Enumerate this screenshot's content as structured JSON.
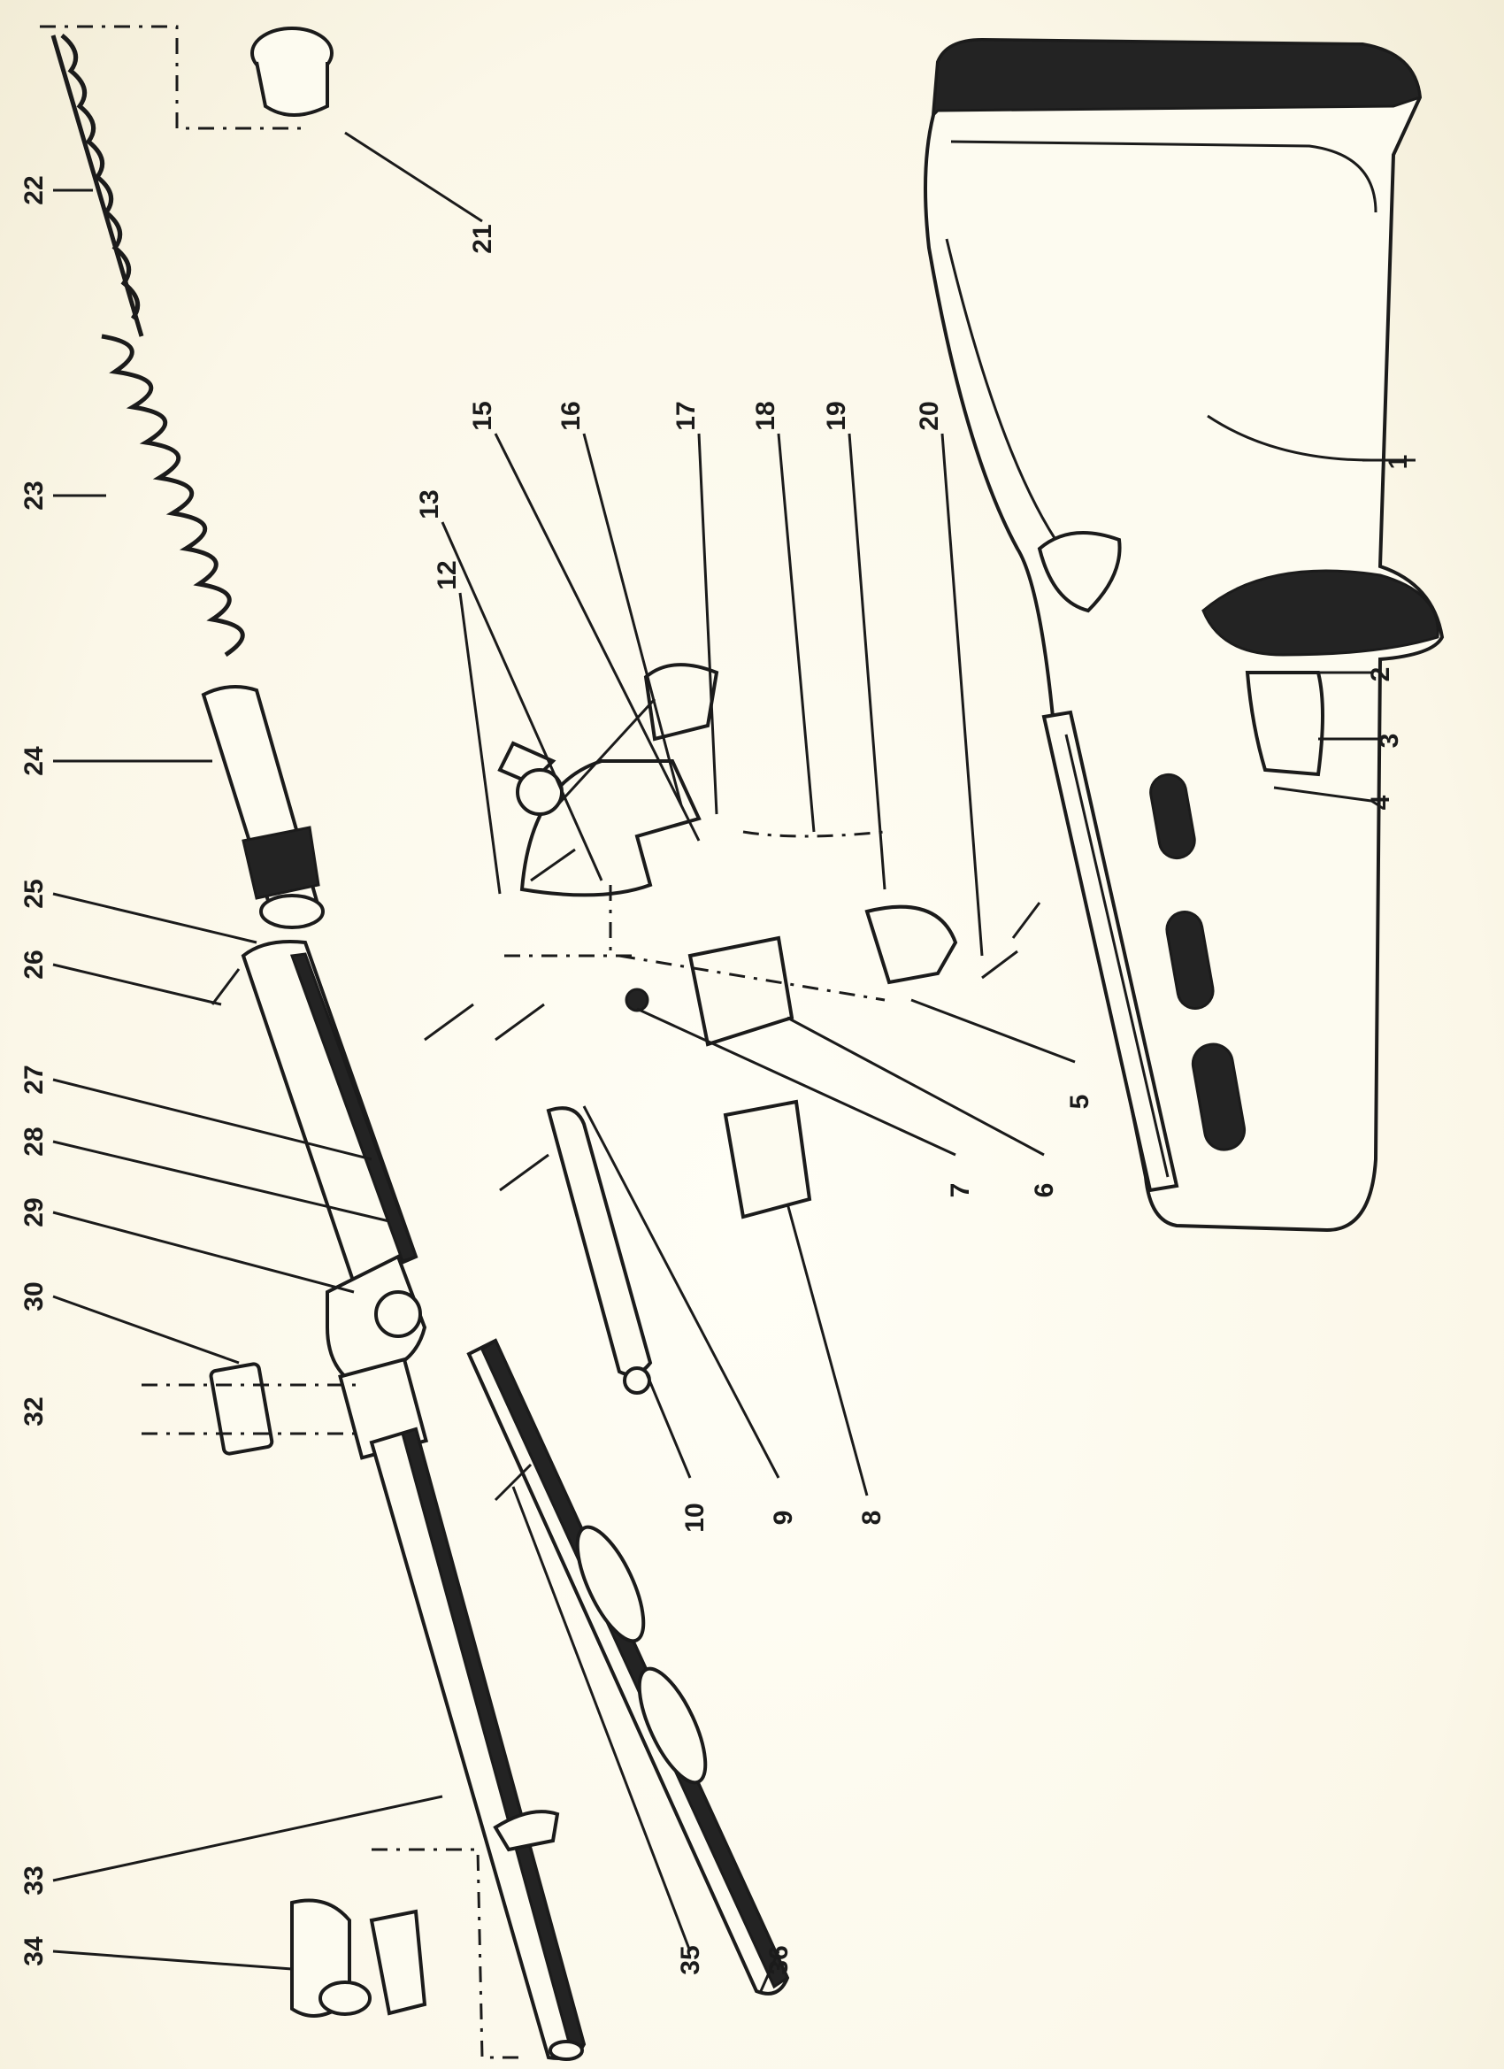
{
  "diagram": {
    "callouts": [
      {
        "id": "1",
        "label": "1"
      },
      {
        "id": "2",
        "label": "2"
      },
      {
        "id": "3",
        "label": "3"
      },
      {
        "id": "4",
        "label": "4"
      },
      {
        "id": "5",
        "label": "5"
      },
      {
        "id": "6",
        "label": "6"
      },
      {
        "id": "7",
        "label": "7"
      },
      {
        "id": "8",
        "label": "8"
      },
      {
        "id": "9",
        "label": "9"
      },
      {
        "id": "10",
        "label": "10"
      },
      {
        "id": "12",
        "label": "12"
      },
      {
        "id": "13",
        "label": "13"
      },
      {
        "id": "15",
        "label": "15"
      },
      {
        "id": "16",
        "label": "16"
      },
      {
        "id": "17",
        "label": "17"
      },
      {
        "id": "18",
        "label": "18"
      },
      {
        "id": "19",
        "label": "19"
      },
      {
        "id": "20",
        "label": "20"
      },
      {
        "id": "21",
        "label": "21"
      },
      {
        "id": "22",
        "label": "22"
      },
      {
        "id": "23",
        "label": "23"
      },
      {
        "id": "24",
        "label": "24"
      },
      {
        "id": "25",
        "label": "25"
      },
      {
        "id": "26",
        "label": "26"
      },
      {
        "id": "27",
        "label": "27"
      },
      {
        "id": "28",
        "label": "28"
      },
      {
        "id": "29",
        "label": "29"
      },
      {
        "id": "30",
        "label": "30"
      },
      {
        "id": "32",
        "label": "32"
      },
      {
        "id": "33",
        "label": "33"
      },
      {
        "id": "34",
        "label": "34"
      },
      {
        "id": "35",
        "label": "35"
      },
      {
        "id": "36",
        "label": "36"
      }
    ]
  }
}
